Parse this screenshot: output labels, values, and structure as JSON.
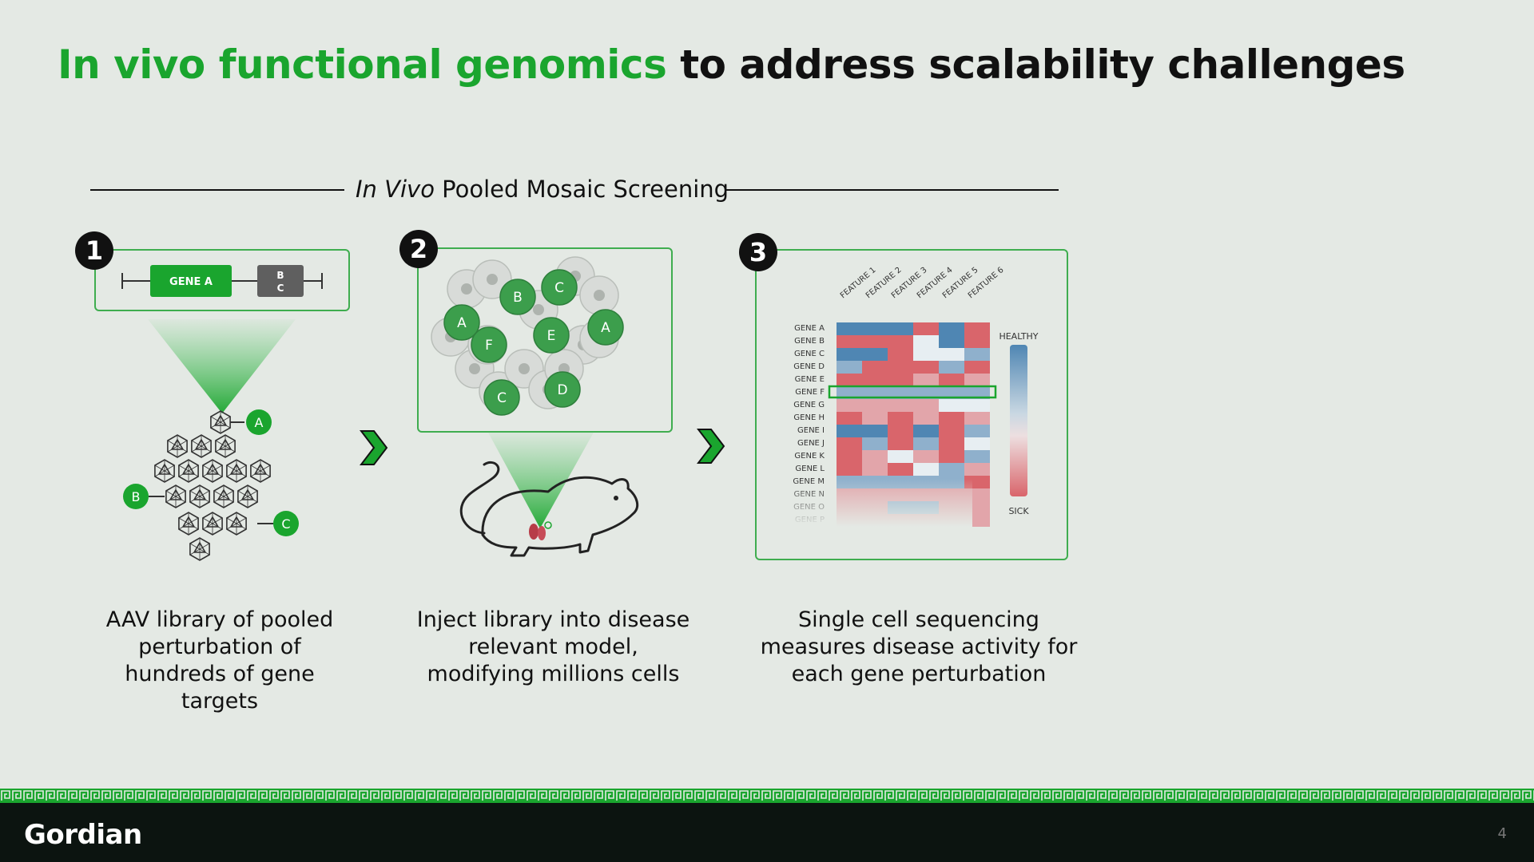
{
  "title": {
    "highlight": "In vivo functional genomics",
    "rest": " to address scalability challenges"
  },
  "subtitle": {
    "italic": "In Vivo",
    "rest": " Pooled Mosaic Screening"
  },
  "steps": [
    {
      "number": "1",
      "construct": {
        "gene_label": "GENE A",
        "alt_label_top": "B",
        "alt_label_bottom": "C"
      },
      "markers": [
        "A",
        "B",
        "C"
      ],
      "caption": "AAV library of pooled perturbation of hundreds of gene targets"
    },
    {
      "number": "2",
      "cell_labels": [
        "A",
        "B",
        "C",
        "F",
        "E",
        "A",
        "C",
        "D"
      ],
      "caption": "Inject library into disease relevant model, modifying millions cells"
    },
    {
      "number": "3",
      "features": [
        "FEATURE 1",
        "FEATURE 2",
        "FEATURE 3",
        "FEATURE 4",
        "FEATURE 5",
        "FEATURE 6"
      ],
      "genes": [
        "GENE A",
        "GENE B",
        "GENE C",
        "GENE D",
        "GENE E",
        "GENE F",
        "GENE G",
        "GENE H",
        "GENE I",
        "GENE J",
        "GENE K",
        "GENE L",
        "GENE M",
        "GENE N",
        "GENE O",
        "GENE P"
      ],
      "scale_top": "HEALTHY",
      "scale_bottom": "SICK",
      "highlighted_gene": "GENE F",
      "caption": "Single cell sequencing measures disease activity for each gene perturbation"
    }
  ],
  "colors": {
    "accent": "#1aa52e",
    "healthy": "#4f86b3",
    "sick": "#d9656b",
    "background": "#e4e9e4"
  },
  "footer": {
    "logo": "Gordian",
    "page": "4"
  }
}
